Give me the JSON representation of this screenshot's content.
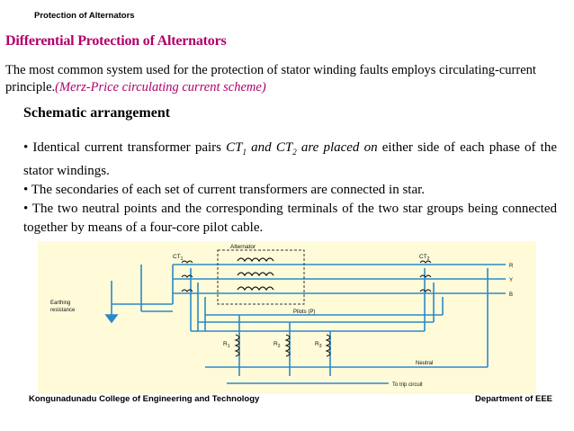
{
  "header": {
    "section_title": "Protection of Alternators"
  },
  "slide": {
    "title": "Differential Protection of Alternators",
    "intro_text": "The most common system used for the protection of stator winding faults employs circulating-current principle.",
    "intro_italic": "(Merz-Price circulating current scheme)",
    "subheading": "Schematic arrangement",
    "bullet1_pre": "• Identical current transformer pairs ",
    "bullet1_ct1": "CT",
    "bullet1_ct1_sub": "1",
    "bullet1_and": " and CT",
    "bullet1_ct2_sub": "2",
    "bullet1_mid": " are placed on",
    "bullet1_post": " either side of each phase of the stator windings.",
    "bullet2": "• The secondaries of each set of current transformers are connected in star.",
    "bullet3": "• The two neutral points and the corresponding terminals of the two star groups being connected together by means of a four-core pilot cable."
  },
  "diagram": {
    "labels": {
      "alternator": "Alternator",
      "ct1": "CT",
      "ct1_sub": "1",
      "ct2": "CT",
      "ct2_sub": "2",
      "earthing_1": "Earthing",
      "earthing_2": "resistance",
      "pilots": "Pilots (P)",
      "r1": "R",
      "r1_sub": "1",
      "r2": "R",
      "r2_sub": "2",
      "r3": "R",
      "r3_sub": "3",
      "neutral": "Neutral",
      "trip": "To trip circuit",
      "phase_r": "R",
      "phase_y": "Y",
      "phase_b": "B"
    },
    "colors": {
      "wire": "#2a8ac9",
      "coil": "#111111",
      "box": "#333333"
    }
  },
  "footer": {
    "college": "Kongunadunadu College of Engineering and Technology",
    "department": "Department of EEE"
  }
}
